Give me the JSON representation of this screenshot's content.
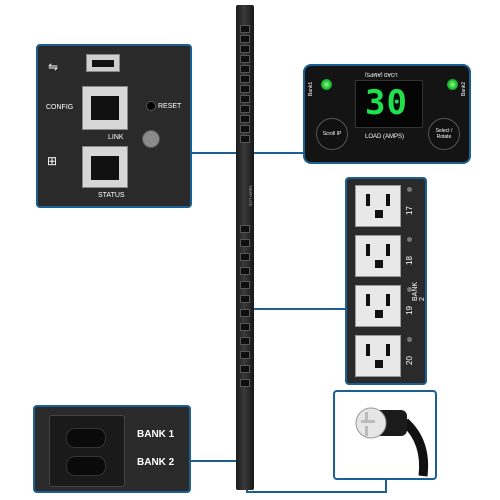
{
  "config_panel": {
    "usb_icon": "usb-icon",
    "config_label": "CONFIG",
    "reset_label": "RESET",
    "link_label": "LINK",
    "status_label": "STATUS",
    "network_icon": "network-icon"
  },
  "display_panel": {
    "top_label": "LOAD (AMPS)",
    "bottom_label": "LOAD (AMPS)",
    "bank1_label": "Bank1",
    "bank2_label": "Bank2",
    "reading": "30",
    "left_button": "Scroll IP",
    "right_button": "Select / Rotate",
    "reading_color": "#1ee14b"
  },
  "outlet_panel": {
    "outlets": [
      "17",
      "18",
      "19",
      "20"
    ],
    "bank_label": "BANK 2"
  },
  "breaker_panel": {
    "bank1_label": "BANK 1",
    "bank2_label": "BANK 2"
  },
  "pdu": {
    "brand": "TRIPP·LITE"
  },
  "colors": {
    "callout": "#1b5f93",
    "panel": "#2a2a2a"
  }
}
